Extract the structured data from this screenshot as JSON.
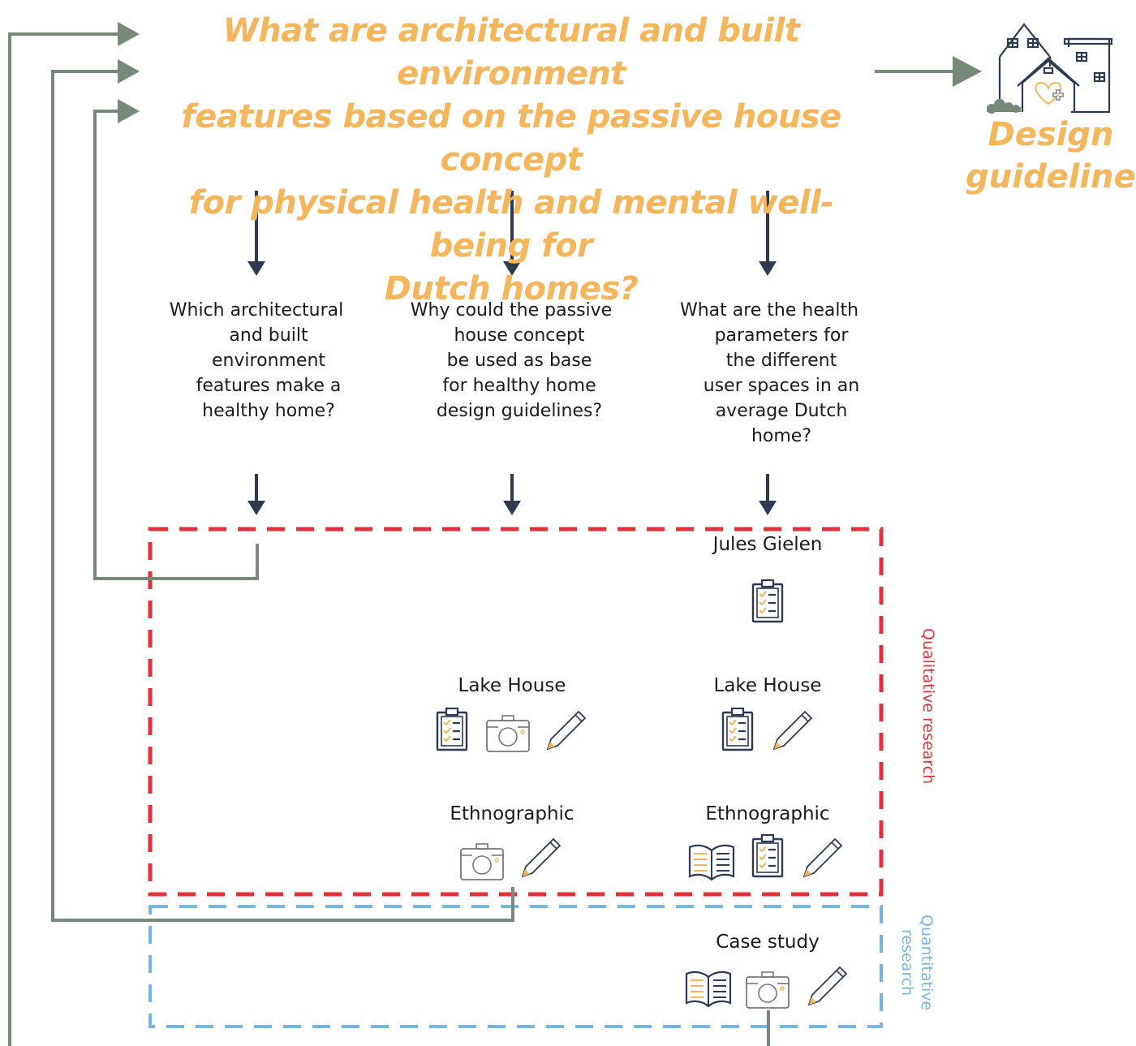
{
  "main_question": {
    "lines": [
      "What are architectural and built environment",
      "features based on the passive house concept",
      "for physical health and mental well-being for",
      "Dutch homes?"
    ]
  },
  "output": {
    "lines": [
      "Design",
      "guidelines"
    ]
  },
  "sub_questions": [
    {
      "lines": [
        "Which architectural",
        "and built",
        "environment",
        "features make a",
        "healthy home?"
      ]
    },
    {
      "lines": [
        "Why could the passive",
        "house concept",
        "be used as base",
        "for healthy home",
        "design guidelines?"
      ]
    },
    {
      "lines": [
        "What are the health",
        "parameters for",
        "the different",
        "user spaces in an",
        "average Dutch",
        "home?"
      ]
    }
  ],
  "cases": {
    "jules_gielen": "Jules Gielen",
    "lake_house_2": "Lake House",
    "lake_house_3": "Lake House",
    "ethnographic_2": "Ethnographic",
    "ethnographic_3": "Ethnographic",
    "case_study": "Case study"
  },
  "regions": {
    "qualitative": {
      "label": "Qualitative research",
      "color": "#e0323c"
    },
    "quantitative": {
      "label": "Quantitative research",
      "color": "#7ab4e0"
    }
  },
  "colors": {
    "accent": "#f4b65c",
    "feedback_arrow": "#778a7a",
    "down_arrow": "#2e3a50",
    "icon_stroke": "#2e3a50"
  },
  "icons": {
    "output": "house-heart-icon",
    "methods": [
      "clipboard-checklist-icon",
      "camera-icon",
      "pencil-icon",
      "open-book-icon"
    ]
  }
}
